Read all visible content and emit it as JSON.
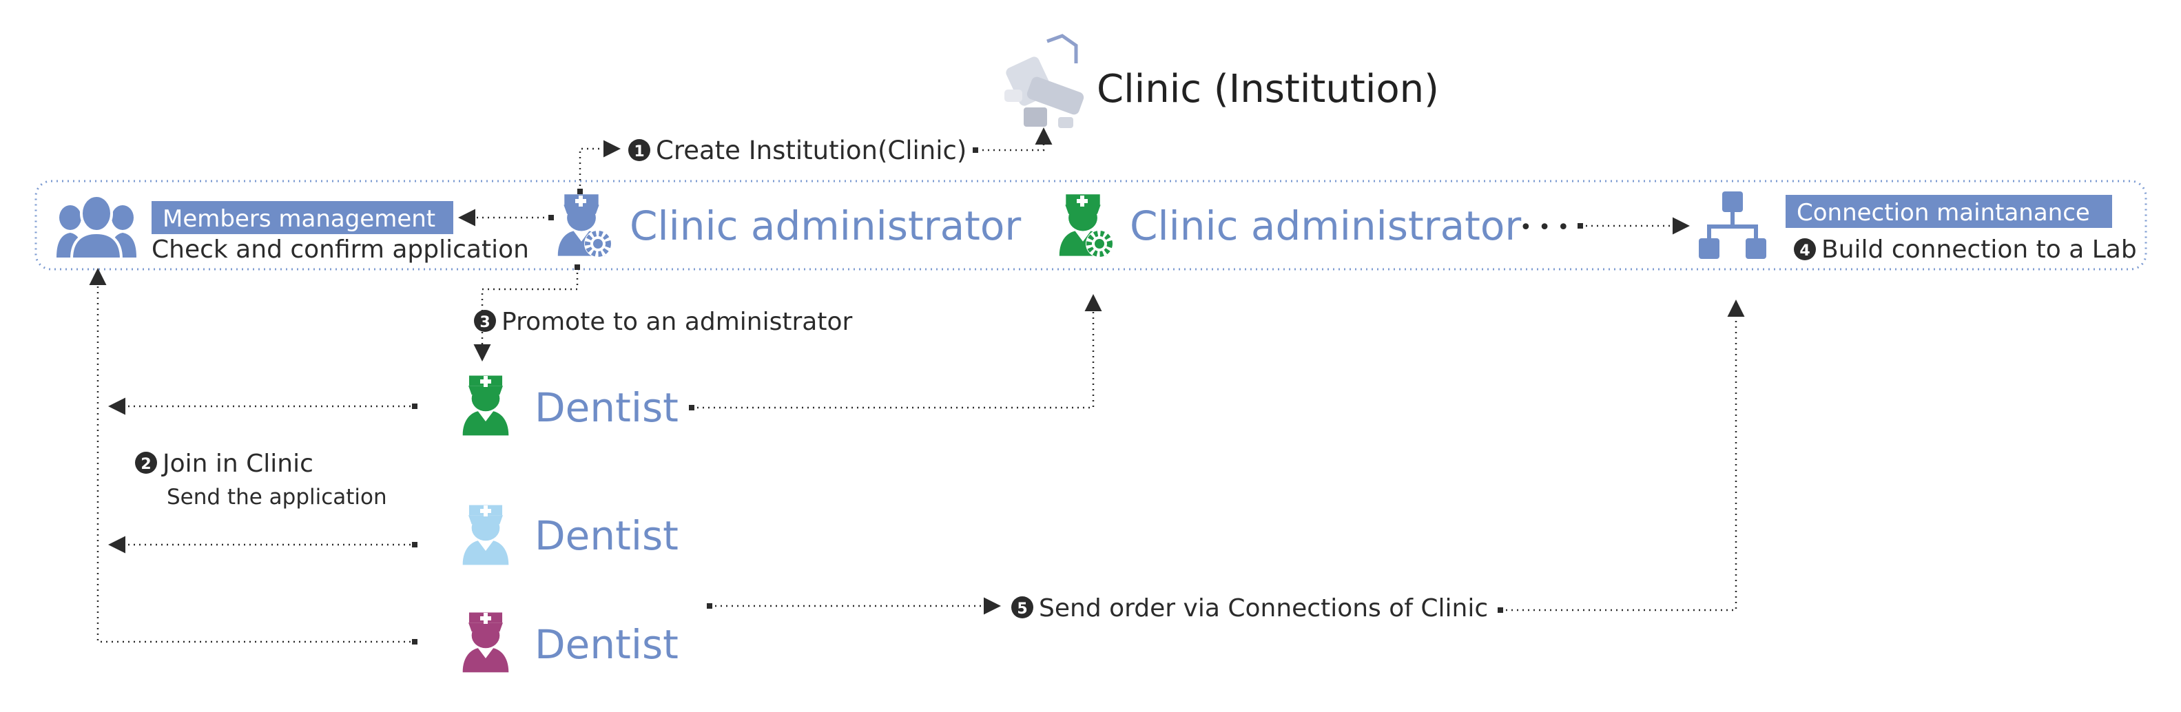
{
  "clinic_title": "Clinic (Institution)",
  "create_step": {
    "num": "1",
    "text": "Create Institution(Clinic)"
  },
  "members": {
    "badge": "Members management",
    "text": "Check and confirm application"
  },
  "admin1_label": "Clinic administrator",
  "admin2_label": "Clinic administrator",
  "ellipsis": "• • •",
  "connection": {
    "badge": "Connection maintanance",
    "num": "4",
    "text": "Build connection to a Lab"
  },
  "promote_step": {
    "num": "3",
    "text": "Promote to an administrator"
  },
  "join_step": {
    "num": "2",
    "title": "Join in Clinic",
    "subtitle": "Send the application"
  },
  "dentists": [
    "Dentist",
    "Dentist",
    "Dentist"
  ],
  "order_step": {
    "num": "5",
    "text": "Send order via Connections of Clinic"
  },
  "colors": {
    "blue": "#6f8dc7",
    "green": "#1f9a47",
    "light_blue": "#a8d6f1",
    "magenta": "#a3427d",
    "dark": "#2b2b2b"
  },
  "icons": {
    "clinic": "dental-chair-icon",
    "members": "group-icon",
    "admin": "doctor-gear-icon",
    "dentist": "doctor-icon",
    "connection": "network-icon"
  }
}
